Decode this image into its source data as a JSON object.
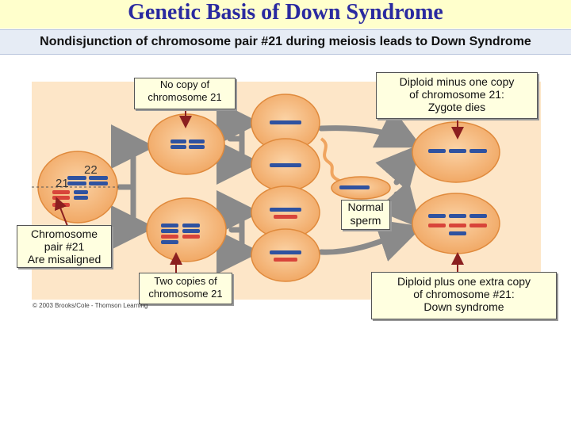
{
  "title": "Genetic Basis of Down Syndrome",
  "subtitle": "Nondisjunction of chromosome pair #21 during meiosis leads to Down Syndrome",
  "labels": {
    "no_copy_line1": "No copy of",
    "no_copy_line2": "chromosome 21",
    "diploid_minus_line1": "Diploid minus one copy",
    "diploid_minus_line2": "of chromosome 21:",
    "diploid_minus_line3": "Zygote dies",
    "normal_sperm_line1": "Normal",
    "normal_sperm_line2": "sperm",
    "misaligned_line1": "Chromosome",
    "misaligned_line2": "pair #21",
    "misaligned_line3": "Are misaligned",
    "two_copies_line1": "Two copies of",
    "two_copies_line2": "chromosome 21",
    "diploid_plus_line1": "Diploid plus one extra copy",
    "diploid_plus_line2": "of chromosome #21:",
    "diploid_plus_line3": "Down syndrome",
    "chrom_22": "22",
    "chrom_21": "21",
    "copyright": "© 2003 Brooks/Cole - Thomson Learning"
  },
  "colors": {
    "title": "#2a2aa0",
    "panel_bg": "#fde6c8",
    "cell_fill": "#f6b87a",
    "cell_stroke": "#e08a3c",
    "chrom_blue": "#2f52a0",
    "chrom_red": "#d8443a",
    "arrow": "#8a8a8a",
    "pointer": "#8b1f1f"
  }
}
